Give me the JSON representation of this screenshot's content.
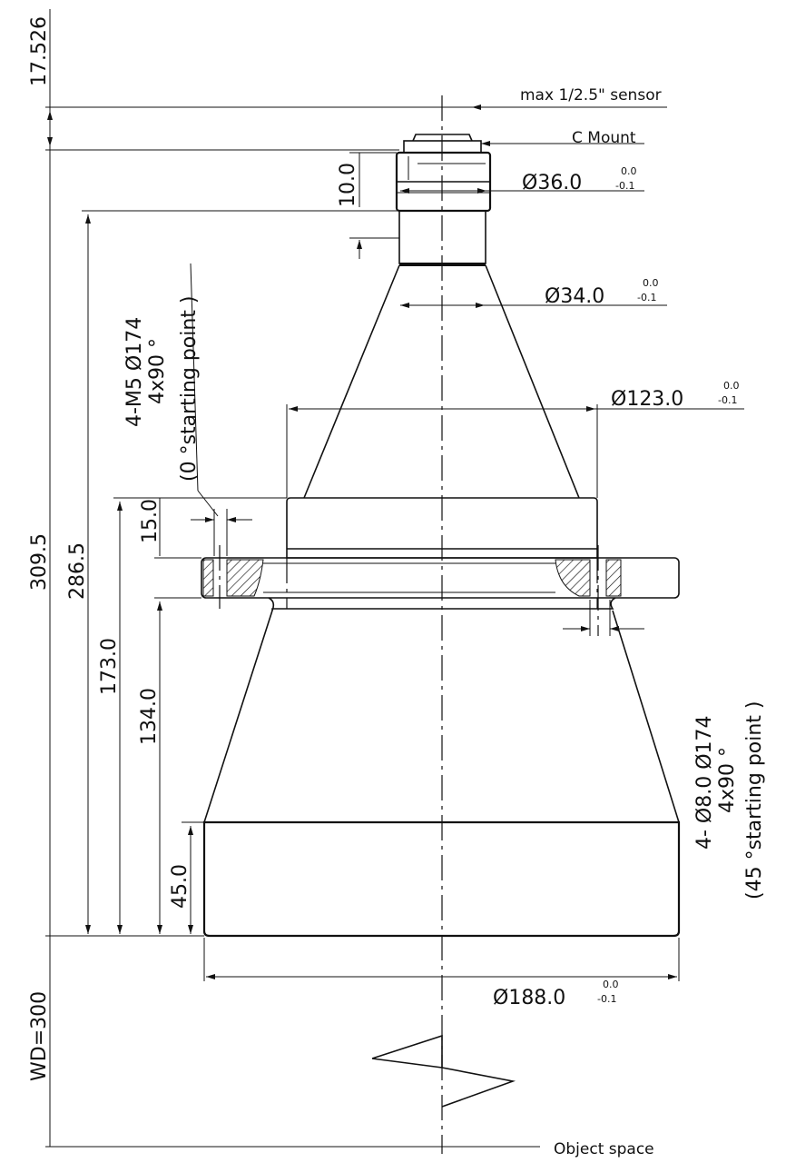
{
  "labels": {
    "sensor": "max 1/2.5\" sensor",
    "mount": "C Mount",
    "object_space": "Object space"
  },
  "diameters": [
    {
      "value": "Ø36.0",
      "tol_upper": "0.0",
      "tol_lower": "-0.1"
    },
    {
      "value": "Ø34.0",
      "tol_upper": "0.0",
      "tol_lower": "-0.1"
    },
    {
      "value": "Ø123.0",
      "tol_upper": "0.0",
      "tol_lower": "-0.1"
    },
    {
      "value": "Ø188.0",
      "tol_upper": "0.0",
      "tol_lower": "-0.1"
    }
  ],
  "vertical_dims": {
    "d17": "17.526",
    "d309": "309.5",
    "wd": "WD=300",
    "d286": "286.5",
    "d173": "173.0",
    "d134": "134.0",
    "d45": "45.0",
    "d15": "15.0",
    "d10": "10.0"
  },
  "notes": {
    "left": [
      "4-M5  Ø174",
      "4x90 °",
      "(0 °starting point     )"
    ],
    "right": [
      "4- Ø8.0   Ø174",
      "4x90 °",
      "(45 °starting point     )"
    ]
  }
}
